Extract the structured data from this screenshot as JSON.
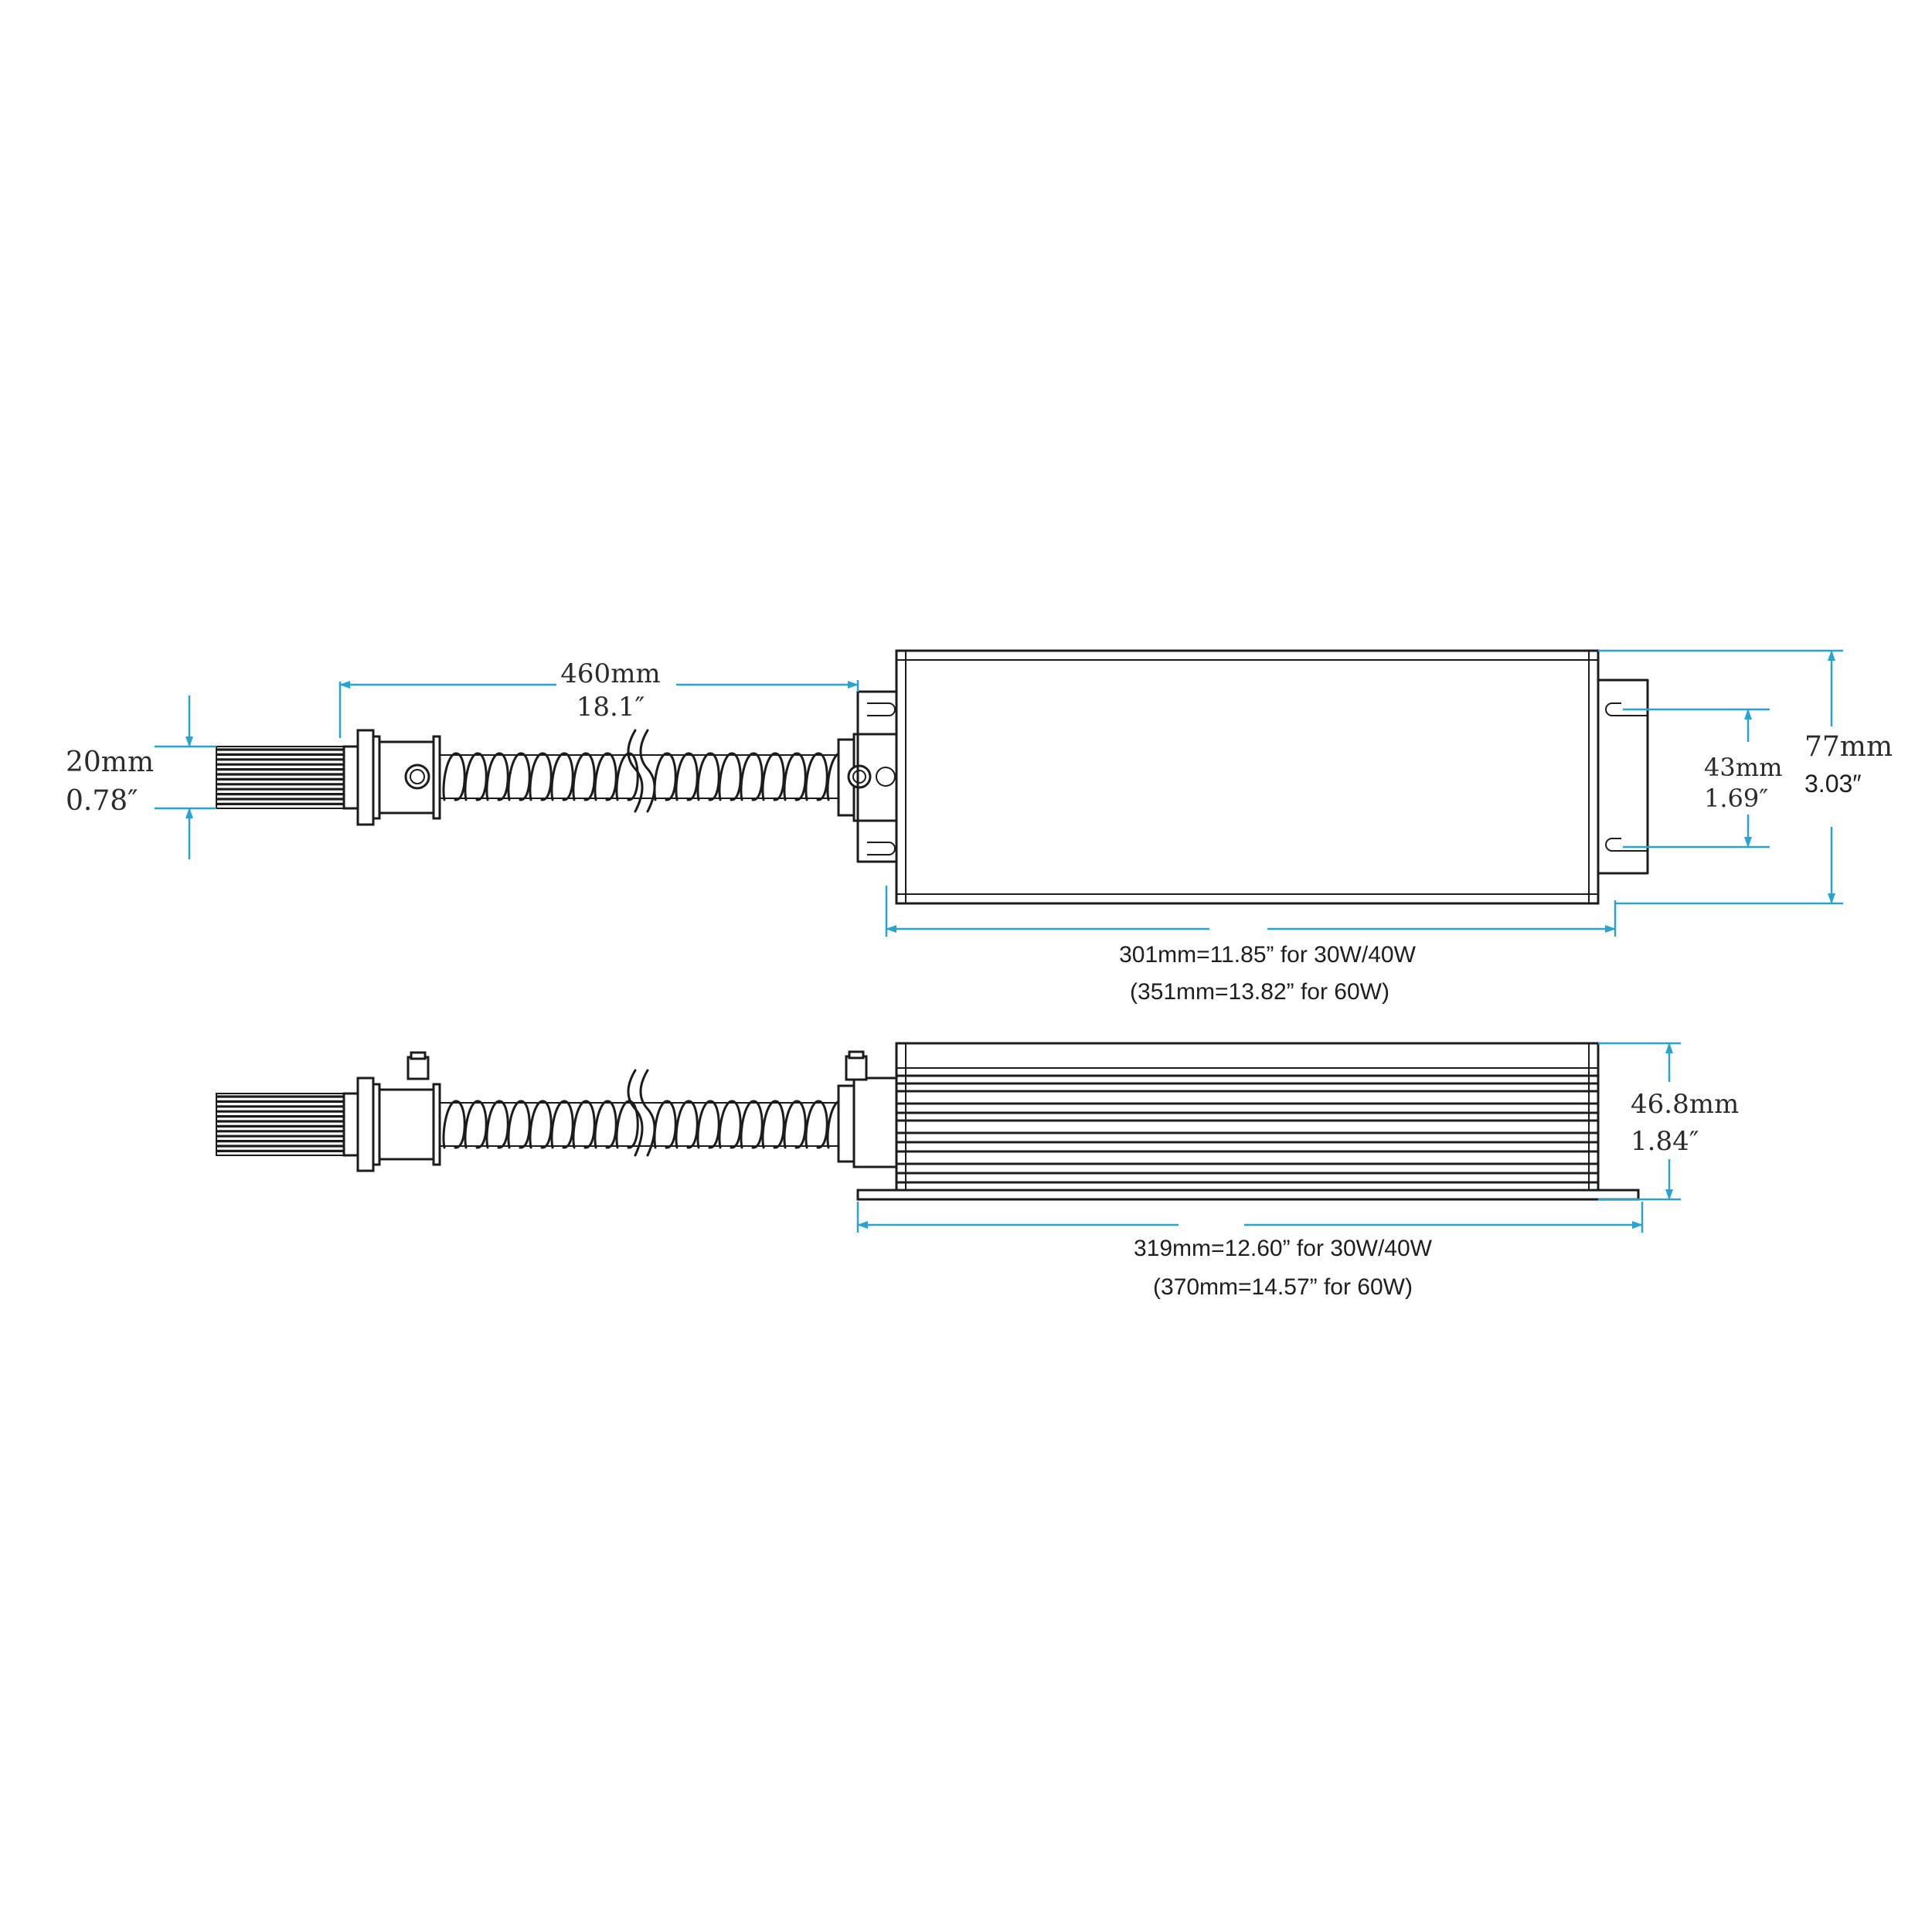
{
  "dimensions": {
    "cable_length": {
      "mm": "460mm",
      "inch": "18.1″"
    },
    "wire_bundle": {
      "mm": "20mm",
      "inch": "0.78″"
    },
    "housing_height": {
      "mm": "77mm",
      "inch": "3.03″"
    },
    "mount_spacing": {
      "mm": "43mm",
      "inch": "1.69″"
    },
    "housing_length_top": {
      "line1": "301mm=11.85” for 30W/40W",
      "line2": "(351mm=13.82” for 60W)"
    },
    "housing_depth": {
      "mm": "46.8mm",
      "inch": "1.84″"
    },
    "housing_length_side": {
      "line1": "319mm=12.60” for 30W/40W",
      "line2": "(370mm=14.57” for 60W)"
    }
  },
  "colors": {
    "outline": "#1c1c1c",
    "dimension_line": "#29a3d1",
    "background": "#ffffff"
  }
}
